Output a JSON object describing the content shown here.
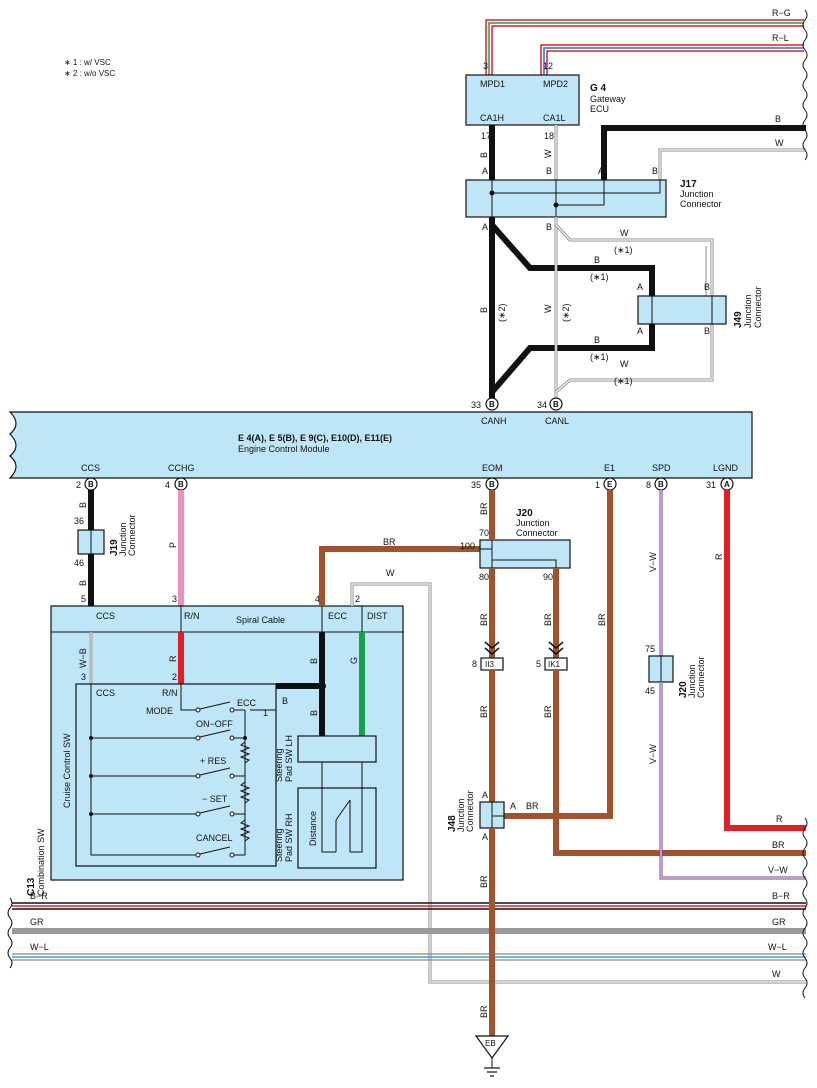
{
  "notes": [
    "∗ 1 : w/ VSC",
    "∗ 2 : w/o VSC"
  ],
  "gateway": {
    "code": "G 4",
    "name1": "Gateway",
    "name2": "ECU",
    "pin_mpd1": "MPD1",
    "pin_mpd2": "MPD2",
    "pin_ca1h": "CA1H",
    "pin_ca1l": "CA1L",
    "n3": "3",
    "n12": "12",
    "n17": "17",
    "n18": "18"
  },
  "j17": {
    "code": "J17",
    "name1": "Junction",
    "name2": "Connector"
  },
  "j49": {
    "code": "J49",
    "name1": "Junction",
    "name2": "Connector"
  },
  "j19": {
    "code": "J19",
    "name1": "Junction",
    "name2": "Connector",
    "n36": "36",
    "n46": "46"
  },
  "j20a": {
    "code": "J20",
    "name1": "Junction",
    "name2": "Connector",
    "n70": "70",
    "n80": "80",
    "n90": "90",
    "n100": "100"
  },
  "j20b": {
    "code": "J20",
    "name1": "Junction",
    "name2": "Connector",
    "n75": "75",
    "n45": "45"
  },
  "j48": {
    "code": "J48",
    "name1": "Junction",
    "name2": "Connector"
  },
  "ecm": {
    "title": "E 4(A), E 5(B), E 9(C), E10(D), E11(E)",
    "name": "Engine Control Module",
    "canh": "CANH",
    "canl": "CANL",
    "n33": "33",
    "n34": "34",
    "ccs": "CCS",
    "cchg": "CCHG",
    "eom": "EOM",
    "e1": "E1",
    "spd": "SPD",
    "lgnd": "LGND",
    "n2": "2",
    "n4": "4",
    "n35": "35",
    "n1": "1",
    "n8": "8",
    "n31": "31"
  },
  "spiral": {
    "name": "Spiral Cable",
    "ccs": "CCS",
    "rn": "R/N",
    "ecc": "ECC",
    "dist": "DIST",
    "n5": "5",
    "n3": "3",
    "n4": "4",
    "n2": "2"
  },
  "cruise": {
    "name": "Cruise Control SW",
    "ccs": "CCS",
    "rn": "R/N",
    "mode": "MODE",
    "ecc": "ECC",
    "onoff": "ON−OFF",
    "res": "+ RES",
    "set": "− SET",
    "cancel": "CANCEL",
    "n3": "3",
    "n2": "2",
    "n1": "1"
  },
  "combo": {
    "code": "C13",
    "name": "Combination SW"
  },
  "steering_lh": {
    "l1": "Steering",
    "l2": "Pad SW LH"
  },
  "steering_rh": {
    "l1": "Steering",
    "l2": "Pad SW RH",
    "distance": "Distance"
  },
  "conn": {
    "ii3": "II3",
    "ik1": "IK1",
    "n8": "8",
    "n5": "5"
  },
  "ground": "EB",
  "wires": {
    "rg": "R−G",
    "rl": "R−L",
    "b": "B",
    "w": "W",
    "br": "BR",
    "vw": "V−W",
    "r": "R",
    "br2": "B−R",
    "gr": "GR",
    "wl": "W−L",
    "p": "P",
    "g": "G",
    "wb": "W−B",
    "ast1": "(∗1)",
    "ast2": "(∗2)"
  },
  "letters": {
    "a": "A",
    "b": "B",
    "e": "E"
  },
  "colors": {
    "blue_fill": "#bfe6f6",
    "black": "#111111",
    "brown": "#a0532d",
    "pink": "#ef8fc0",
    "red": "#e41e26",
    "green": "#19a04b",
    "purple": "#7a3b96",
    "gray": "#999999"
  }
}
